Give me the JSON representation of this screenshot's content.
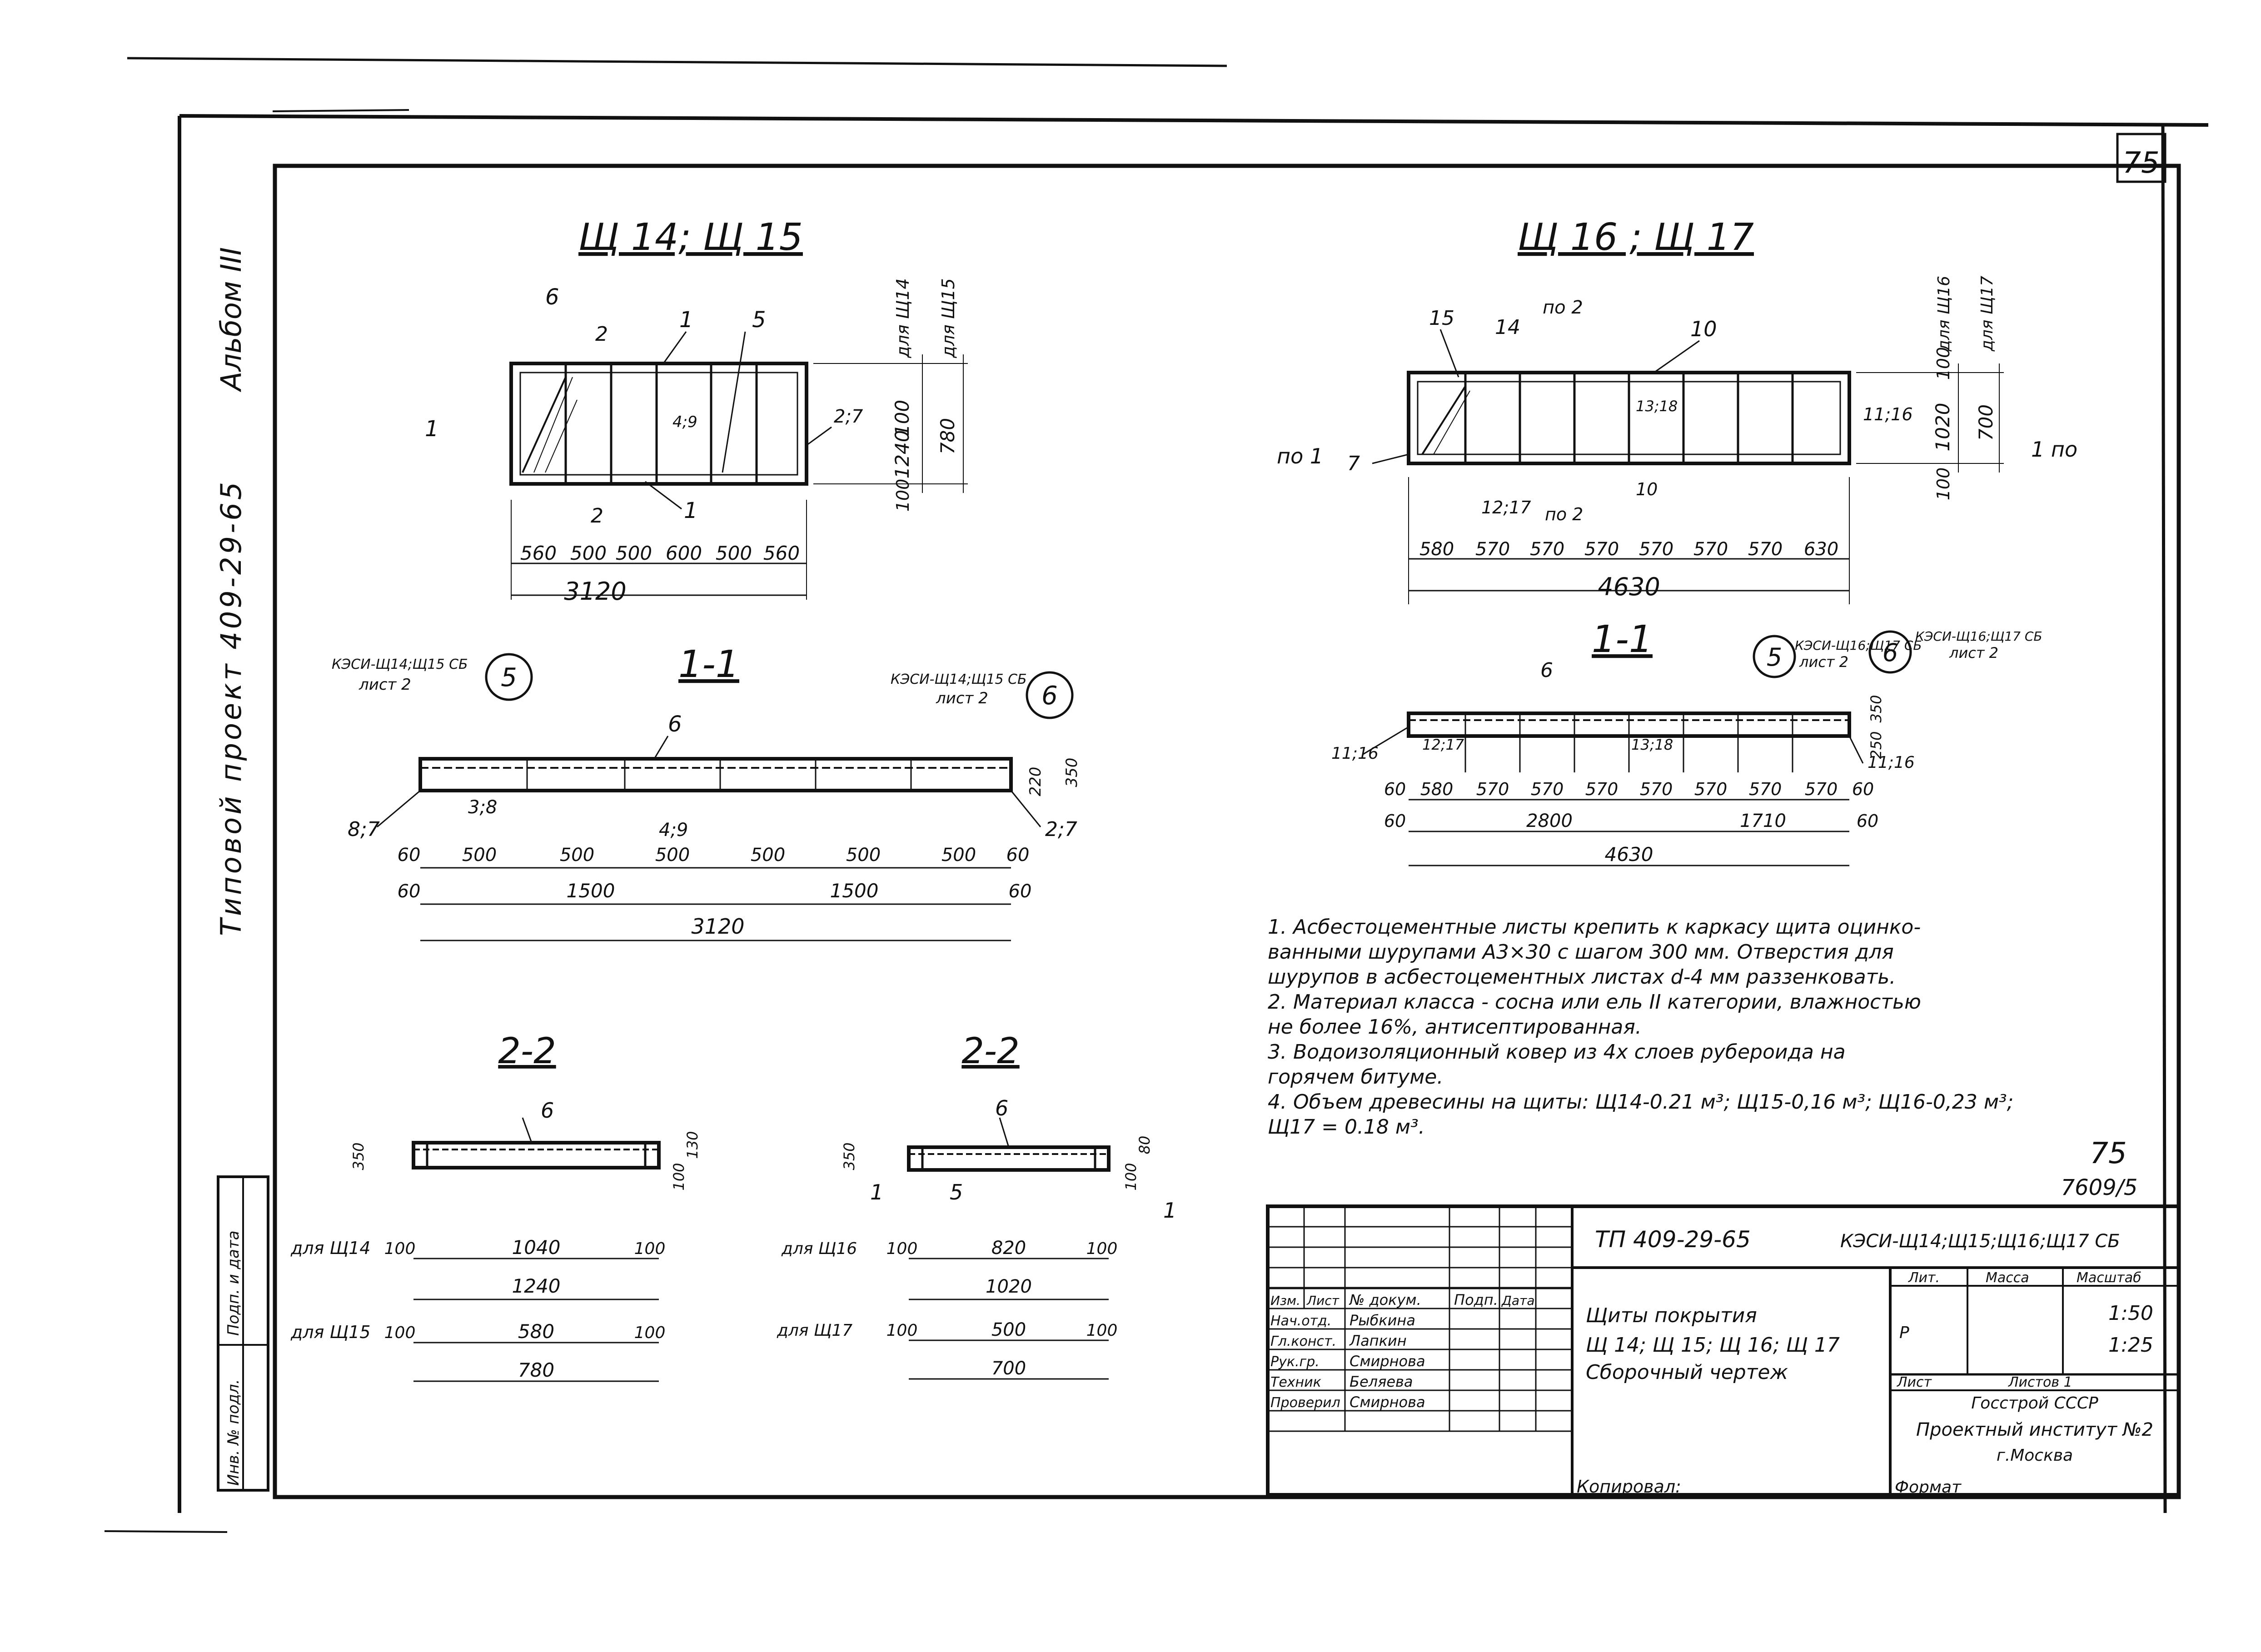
{
  "sheet": {
    "page_number": "75",
    "album_label": "Альбом III",
    "project_label": "Типовой проект 409-29-65"
  },
  "views": {
    "left_title": "Щ 14; Щ 15",
    "right_title": "Щ 16 ; Щ 17",
    "section_1_left": "1-1",
    "section_1_right": "1-1",
    "section_2_left": "2-2",
    "section_2_right": "2-2"
  },
  "left_plan": {
    "dims_bottom": [
      "560",
      "500",
      "500",
      "600",
      "500",
      "560"
    ],
    "total": "3120",
    "side_dims": [
      "100",
      "1240",
      "100",
      "780"
    ],
    "side_labels": [
      "для Щ14",
      "для Щ15"
    ],
    "callouts": [
      "6",
      "1",
      "5",
      "2",
      "2;7",
      "4;9",
      "1",
      "2",
      "1"
    ]
  },
  "right_plan": {
    "dims_bottom": [
      "580",
      "570",
      "570",
      "570",
      "570",
      "570",
      "570",
      "630"
    ],
    "total": "4630",
    "side_dims": [
      "100",
      "1020",
      "100",
      "700"
    ],
    "side_labels": [
      "для Щ16",
      "для Щ17"
    ],
    "callouts": [
      "15",
      "14",
      "по 2",
      "10",
      "13;18",
      "11;16",
      "12;17",
      "по 2",
      "10",
      "по 1",
      "7",
      "1 по"
    ]
  },
  "left_section": {
    "ref_left": "КЭСИ-Щ14;Щ15 СБ",
    "ref_left_sheet": "лист 2",
    "ref_right": "КЭСИ-Щ14;Щ15 СБ",
    "ref_right_sheet": "лист 2",
    "bubble_left": "5",
    "bubble_right": "6",
    "callouts": [
      "6",
      "3;8",
      "4;9",
      "8;7",
      "2;7"
    ],
    "dims_row1": [
      "60",
      "500",
      "500",
      "500",
      "500",
      "500",
      "500",
      "60"
    ],
    "dims_row2": [
      "60",
      "1500",
      "1500",
      "60"
    ],
    "total": "3120",
    "height_dims": [
      "220",
      "350"
    ]
  },
  "right_section": {
    "ref_left": "КЭСИ-Щ16;Щ17 СБ",
    "ref_left_sheet": "лист 2",
    "ref_right": "КЭСИ-Щ16;Щ17 СБ",
    "ref_right_sheet": "лист 2",
    "bubble_left": "5",
    "bubble_right": "6",
    "callouts": [
      "6",
      "11;16",
      "12;17",
      "13;18",
      "11;16"
    ],
    "dims_row1": [
      "60",
      "580",
      "570",
      "570",
      "570",
      "570",
      "570",
      "570",
      "570",
      "60"
    ],
    "dims_row2": [
      "60",
      "2800",
      "1710",
      "60"
    ],
    "total": "4630",
    "height_dims": [
      "350",
      "250"
    ]
  },
  "section22_left": {
    "callout": "6",
    "heights": [
      "350",
      "100",
      "130"
    ],
    "row1_label": "для Щ14",
    "row1_dims": [
      "100",
      "1040",
      "100"
    ],
    "row1_total": "1240",
    "row2_label": "для Щ15",
    "row2_dims": [
      "100",
      "580",
      "100"
    ],
    "row2_total": "780"
  },
  "section22_right": {
    "callouts": [
      "6",
      "1",
      "5",
      "1"
    ],
    "heights": [
      "350",
      "100",
      "80"
    ],
    "row1_label": "для Щ16",
    "row1_dims": [
      "100",
      "820",
      "100"
    ],
    "row1_total": "1020",
    "row2_label": "для Щ17",
    "row2_dims": [
      "100",
      "500",
      "100"
    ],
    "row2_total": "700"
  },
  "notes": [
    "1. Асбестоцементные листы крепить к каркасу щита оцинко-",
    "ванными шурупами А3×30 с шагом 300 мм. Отверстия для",
    "шурупов в асбестоцементных листах d-4 мм раззенковать.",
    "2. Материал класса - сосна или ель II категории, влажностью",
    "не более 16%, антисептированная.",
    "3. Водоизоляционный ковер из 4х слоев рубероида на",
    "горячем битуме.",
    "4. Объем древесины на щиты: Щ14-0.21 м³; Щ15-0,16 м³; Щ16-0,23 м³;",
    "Щ17 = 0.18 м³."
  ],
  "stamp_marks": [
    "75",
    "7609/5"
  ],
  "title_block": {
    "code": "ТП 409-29-65",
    "doc_code": "КЭСИ-Щ14;Щ15;Щ16;Щ17 СБ",
    "roles": [
      "Изм.",
      "Лист",
      "№ докум.",
      "Подп.",
      "Дата"
    ],
    "staff": [
      {
        "role": "Нач.отд.",
        "name": "Рыбкина"
      },
      {
        "role": "Гл.конст.",
        "name": "Лапкин"
      },
      {
        "role": "Рук.гр.",
        "name": "Смирнова"
      },
      {
        "role": "Техник",
        "name": "Беляева"
      },
      {
        "role": "Проверил",
        "name": "Смирнова"
      }
    ],
    "title_lines": [
      "Щиты покрытия",
      "Щ 14; Щ 15; Щ 16; Щ 17",
      "Сборочный чертеж"
    ],
    "col_headers": [
      "Лит.",
      "Масса",
      "Масштаб"
    ],
    "lit_value": "Р",
    "scales": [
      "1:50",
      "1:25"
    ],
    "sheet_label": "Лист",
    "sheets_label": "Листов 1",
    "org_lines": [
      "Госстрой СССР",
      "Проектный институт №2",
      "г.Москва"
    ],
    "copied": "Копировал:",
    "format": "Формат"
  },
  "side_stamp": {
    "labels": [
      "Инв. № подл.",
      "Подп. и дата"
    ]
  }
}
